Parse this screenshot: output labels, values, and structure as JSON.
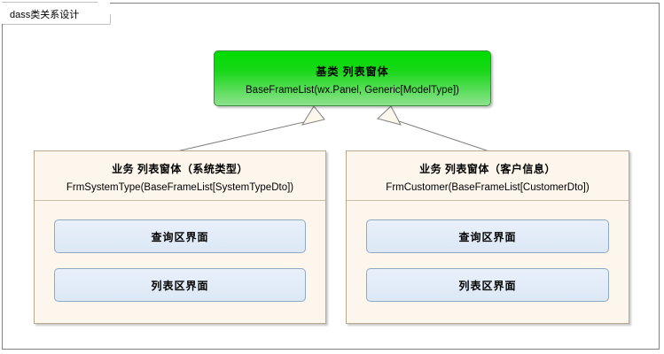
{
  "diagram": {
    "frame_label": "dass类关系设计",
    "base_class": {
      "title": "基类 列表窗体",
      "signature": "BaseFrameList(wx.Panel, Generic[ModelType])",
      "fill_color": "#00dd00",
      "border_color": "#3a8f3a"
    },
    "subclasses": [
      {
        "title": "业务 列表窗体（系统类型）",
        "signature": "FrmSystemType(BaseFrameList[SystemTypeDto])",
        "fill_color": "#fdf6ec",
        "border_color": "#b9a98e",
        "parts": [
          {
            "label": "查询区界面"
          },
          {
            "label": "列表区界面"
          }
        ]
      },
      {
        "title": "业务 列表窗体（客户信息）",
        "signature": "FrmCustomer(BaseFrameList[CustomerDto])",
        "fill_color": "#fdf6ec",
        "border_color": "#b9a98e",
        "parts": [
          {
            "label": "查询区界面"
          },
          {
            "label": "列表区界面"
          }
        ]
      }
    ],
    "relations": [
      {
        "type": "generalization",
        "from": "FrmSystemType",
        "to": "BaseFrameList"
      },
      {
        "type": "generalization",
        "from": "FrmCustomer",
        "to": "BaseFrameList"
      }
    ]
  }
}
